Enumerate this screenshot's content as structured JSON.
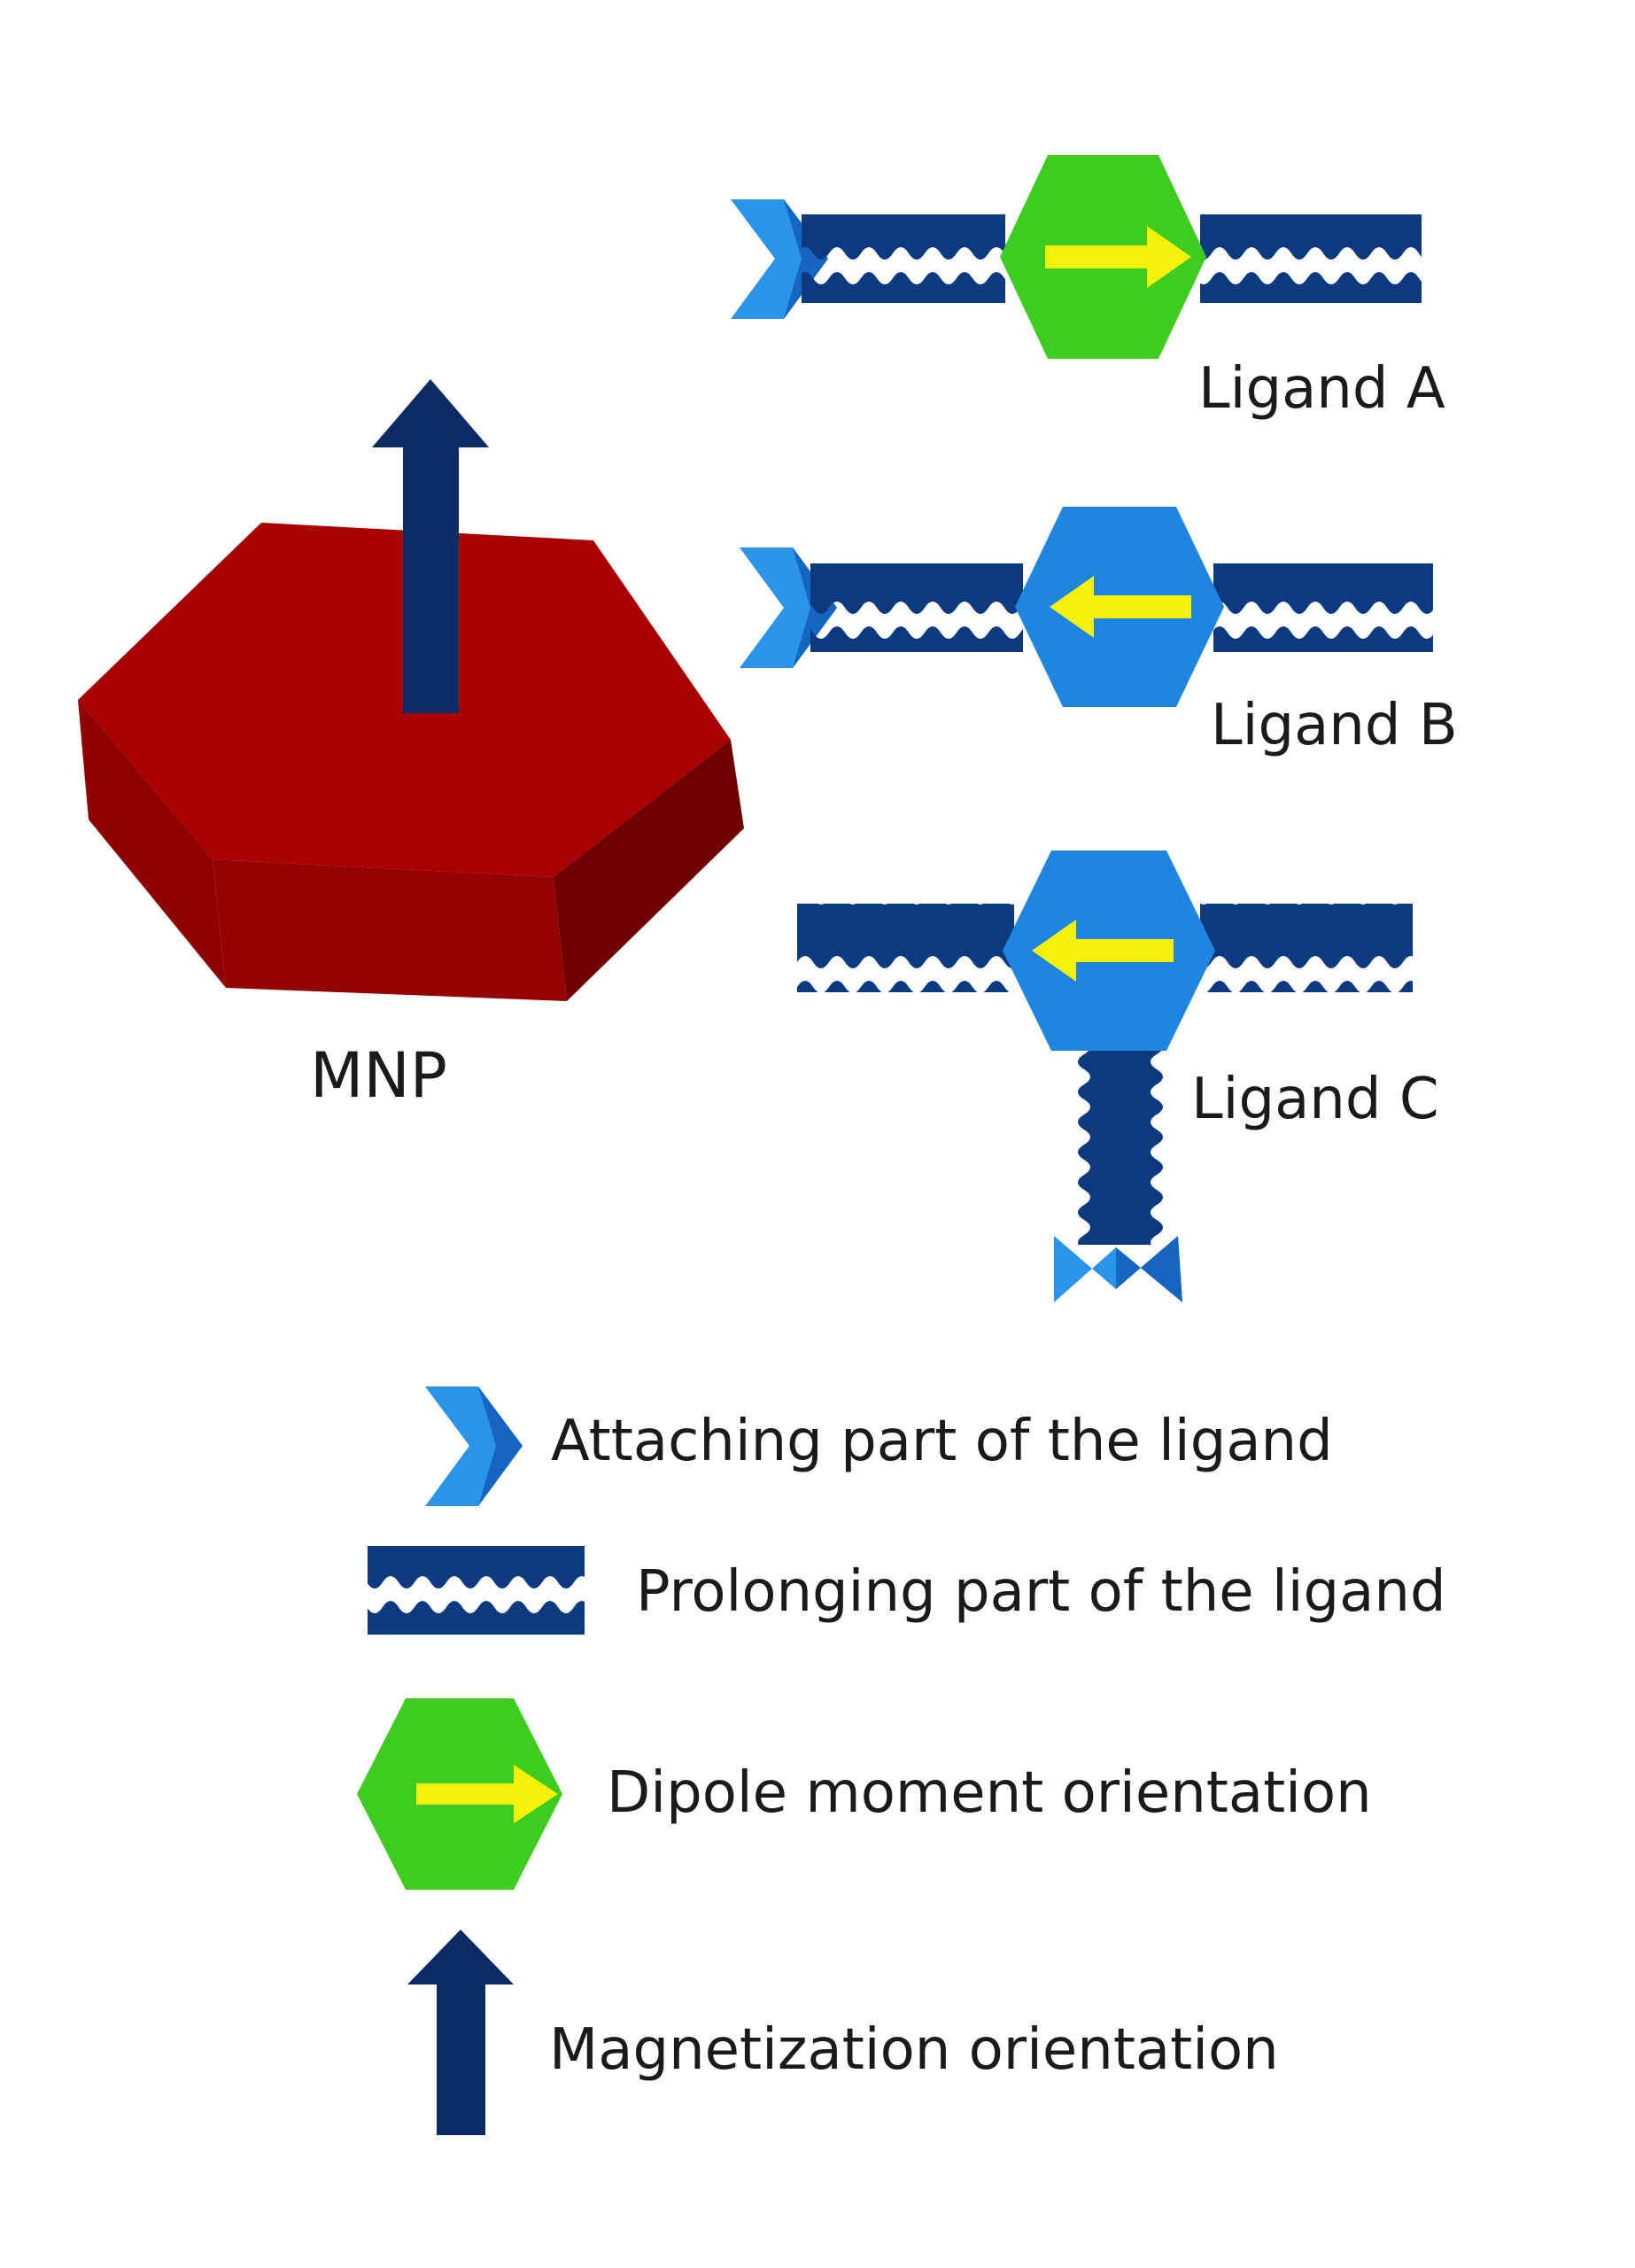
{
  "mnp": {
    "label": "MNP",
    "color_top": "#a80000",
    "color_side_left": "#8f0000",
    "color_side_right": "#6e0000"
  },
  "ligands": [
    {
      "label": "Ligand A",
      "head_color": "#3fcc21",
      "dipole_direction": "right",
      "tail_position": "left"
    },
    {
      "label": "Ligand B",
      "head_color": "#1f86e0",
      "dipole_direction": "left",
      "tail_position": "left"
    },
    {
      "label": "Ligand C",
      "head_color": "#1f86e0",
      "dipole_direction": "left",
      "tail_position": "bottom"
    }
  ],
  "legend": [
    {
      "icon": "attaching-part-icon",
      "text": "Attaching part of the ligand"
    },
    {
      "icon": "prolonging-part-icon",
      "text": "Prolonging part of the ligand"
    },
    {
      "icon": "dipole-moment-icon",
      "text": "Dipole moment orientation"
    },
    {
      "icon": "magnetization-arrow-icon",
      "text": "Magnetization orientation"
    }
  ],
  "colors": {
    "chain": "#0b3a80",
    "attach_light": "#2a93ea",
    "attach_dark": "#1566c0",
    "dipole_arrow": "#f4f10a",
    "magnetization_arrow": "#0c2a63",
    "green_head": "#3fcc21",
    "blue_head": "#1f86e0"
  }
}
